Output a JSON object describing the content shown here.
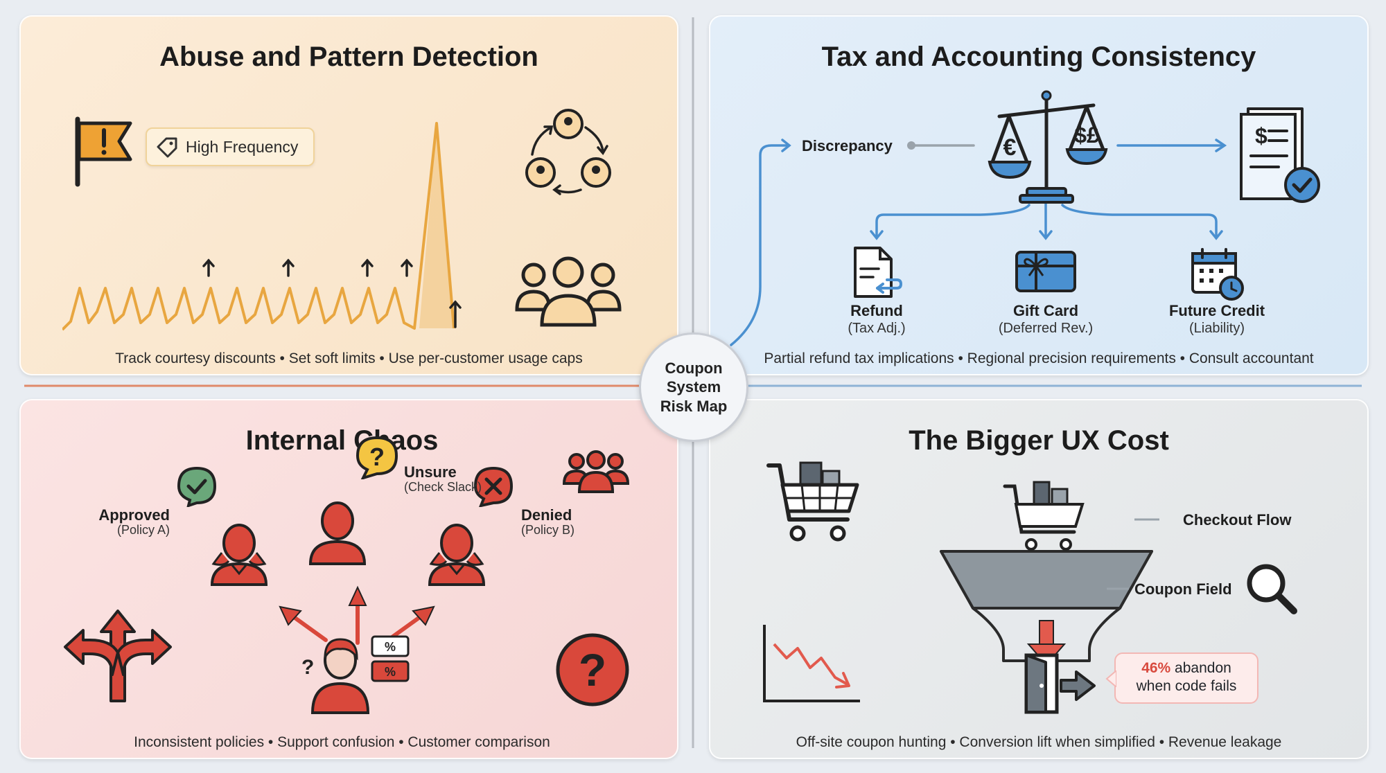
{
  "hub": {
    "line1": "Coupon",
    "line2": "System",
    "line3": "Risk Map"
  },
  "panels": {
    "abuse": {
      "title": "Abuse and Pattern Detection",
      "tag": "High Frequency",
      "footer": "Track courtesy discounts • Set soft limits • Use per-customer usage caps",
      "accent": "#e8a640"
    },
    "tax": {
      "title": "Tax and Accounting Consistency",
      "discrepancy": "Discrepancy",
      "items": [
        {
          "label": "Refund",
          "sub": "(Tax Adj.)"
        },
        {
          "label": "Gift Card",
          "sub": "(Deferred Rev.)"
        },
        {
          "label": "Future Credit",
          "sub": "(Liability)"
        }
      ],
      "footer": "Partial refund tax implications • Regional precision requirements • Consult accountant",
      "accent": "#4a90d0"
    },
    "chaos": {
      "title": "Internal Chaos",
      "approved": {
        "label": "Approved",
        "sub": "(Policy A)"
      },
      "unsure": {
        "label": "Unsure",
        "sub": "(Check Slack)"
      },
      "denied": {
        "label": "Denied",
        "sub": "(Policy B)"
      },
      "footer": "Inconsistent policies • Support confusion • Customer comparison",
      "accent": "#d9483b"
    },
    "ux": {
      "title": "The Bigger UX Cost",
      "checkout_flow": "Checkout Flow",
      "coupon_field": "Coupon Field",
      "callout_pct": "46%",
      "callout_rest": " abandon",
      "callout_line2": "when code fails",
      "footer": "Off-site coupon hunting • Conversion lift when simplified • Revenue leakage",
      "accent": "#2b2b2b"
    }
  },
  "icons": [
    "flag-icon",
    "tag-icon",
    "user-cycle-icon",
    "user-group-icon",
    "scale-icon",
    "invoice-check-icon",
    "refund-doc-icon",
    "gift-card-icon",
    "calendar-clock-icon",
    "person-icon",
    "check-icon",
    "question-icon",
    "cross-icon",
    "split-arrow-icon",
    "confused-agent-icon",
    "cart-icon",
    "funnel-icon",
    "magnifier-icon",
    "decline-chart-icon",
    "exit-door-icon"
  ]
}
